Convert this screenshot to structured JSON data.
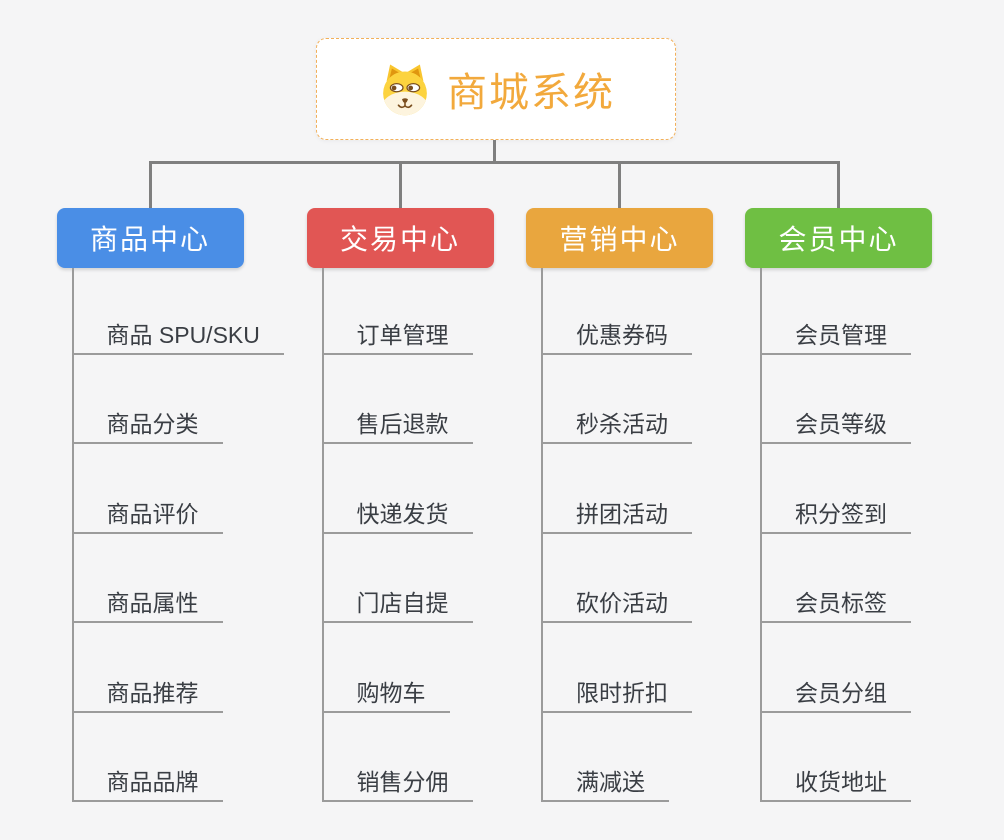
{
  "root": {
    "title": "商城系统",
    "icon": "dog-face-icon",
    "title_color": "#f2a93c",
    "border_color": "#f2b05a"
  },
  "branches": [
    {
      "label": "商品中心",
      "color": "#4a8ee6",
      "children": [
        "商品 SPU/SKU",
        "商品分类",
        "商品评价",
        "商品属性",
        "商品推荐",
        "商品品牌"
      ]
    },
    {
      "label": "交易中心",
      "color": "#e15654",
      "children": [
        "订单管理",
        "售后退款",
        "快递发货",
        "门店自提",
        "购物车",
        "销售分佣"
      ]
    },
    {
      "label": "营销中心",
      "color": "#e9a63e",
      "children": [
        "优惠券码",
        "秒杀活动",
        "拼团活动",
        "砍价活动",
        "限时折扣",
        "满减送"
      ]
    },
    {
      "label": "会员中心",
      "color": "#6fbf43",
      "children": [
        "会员管理",
        "会员等级",
        "积分签到",
        "会员标签",
        "会员分组",
        "收货地址"
      ]
    }
  ],
  "colors": {
    "background": "#f5f5f6",
    "connector": "#7f7f7f",
    "child_line": "#9b9b9b",
    "child_text": "#3a3e44"
  }
}
